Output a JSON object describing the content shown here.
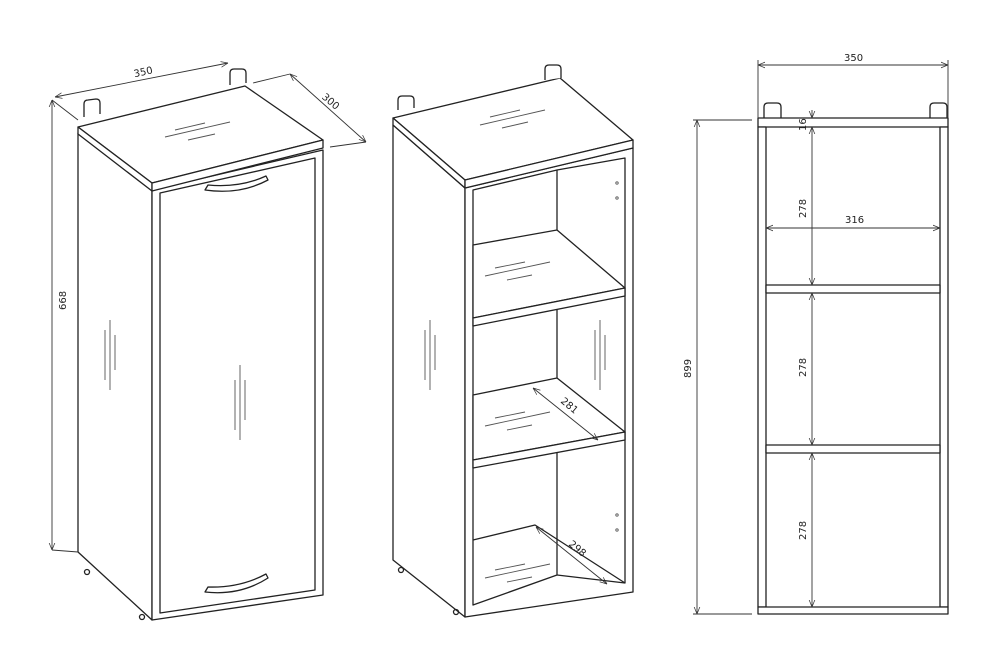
{
  "title": "Wall cabinet dimension drawing",
  "closed_view": {
    "width": "350",
    "depth": "300",
    "height": "668"
  },
  "open_view": {
    "shelf_depth": "281",
    "bottom_depth": "298"
  },
  "front_view": {
    "width": "350",
    "total_height": "899",
    "top_thickness": "16",
    "inner_width": "316",
    "compartment_1": "278",
    "compartment_2": "278",
    "compartment_3": "278"
  }
}
